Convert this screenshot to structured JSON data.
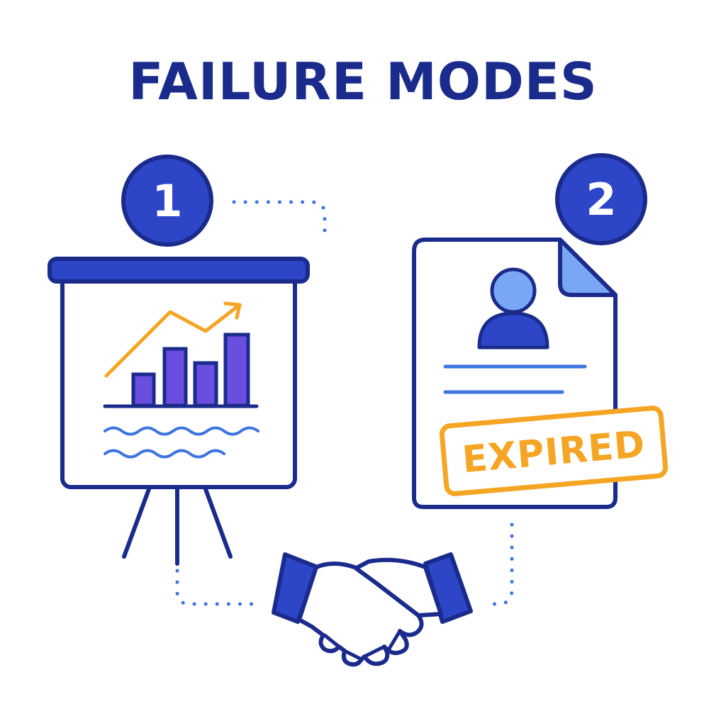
{
  "title": "FAILURE MODES",
  "steps": [
    {
      "number": "1",
      "icon": "presentation-easel-icon"
    },
    {
      "number": "2",
      "icon": "expired-document-icon"
    }
  ],
  "stamp": {
    "text": "EXPIRED"
  },
  "center_icon": "handshake-icon",
  "colors": {
    "navy": "#1a2b8c",
    "royal_blue": "#2d46c8",
    "light_blue": "#7aa7f5",
    "purple_bar": "#6a4ee0",
    "orange": "#f5a524",
    "line_blue": "#3d74e0"
  }
}
